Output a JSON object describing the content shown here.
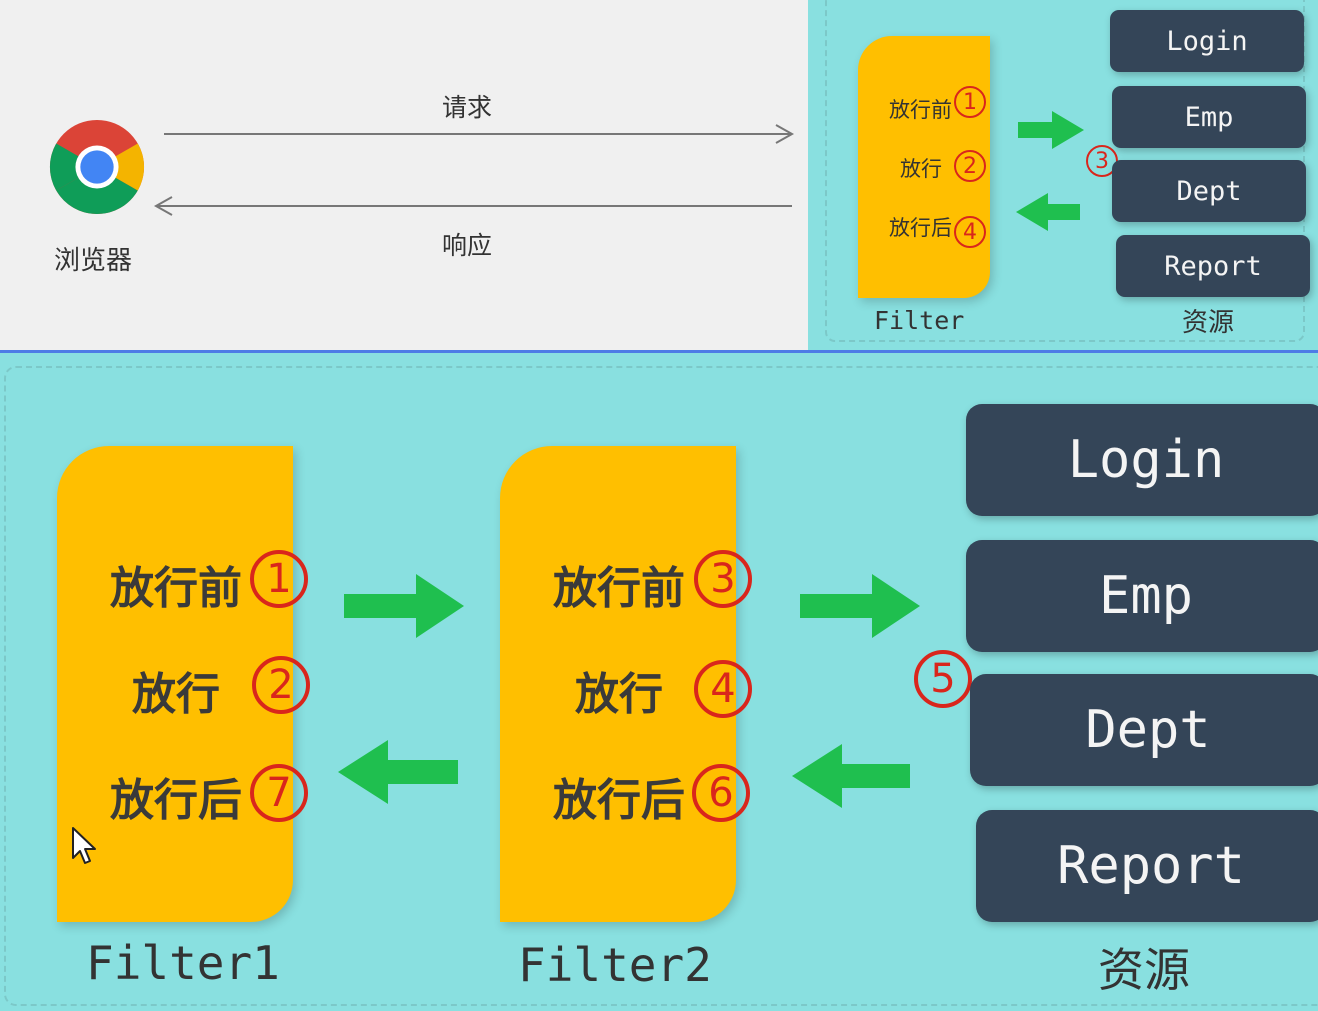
{
  "top_left": {
    "browser_label": "浏览器",
    "request_label": "请求",
    "response_label": "响应"
  },
  "top_right": {
    "filter": {
      "steps": [
        {
          "text": "放行前",
          "num": "1"
        },
        {
          "text": "放行",
          "num": "2"
        },
        {
          "text": "放行后",
          "num": "4"
        }
      ],
      "caption": "Filter"
    },
    "resource_step": "3",
    "resources": [
      "Login",
      "Emp",
      "Dept",
      "Report"
    ],
    "resources_caption": "资源"
  },
  "bottom": {
    "filter1": {
      "steps": [
        {
          "text": "放行前",
          "num": "1"
        },
        {
          "text": "放行",
          "num": "2"
        },
        {
          "text": "放行后",
          "num": "7"
        }
      ],
      "caption": "Filter1"
    },
    "filter2": {
      "steps": [
        {
          "text": "放行前",
          "num": "3"
        },
        {
          "text": "放行",
          "num": "4"
        },
        {
          "text": "放行后",
          "num": "6"
        }
      ],
      "caption": "Filter2"
    },
    "resource_step": "5",
    "resources": [
      "Login",
      "Emp",
      "Dept",
      "Report"
    ],
    "resources_caption": "资源"
  },
  "colors": {
    "panel_bg": "#89e0e0",
    "filter_fill": "#ffbf00",
    "resource_fill": "#344558",
    "arrow_green": "#1fbf4f",
    "badge_red": "#d9261c",
    "divider_blue": "#4d7de6"
  },
  "icons": {
    "browser": "chrome-icon",
    "cursor": "mouse-pointer-icon"
  }
}
